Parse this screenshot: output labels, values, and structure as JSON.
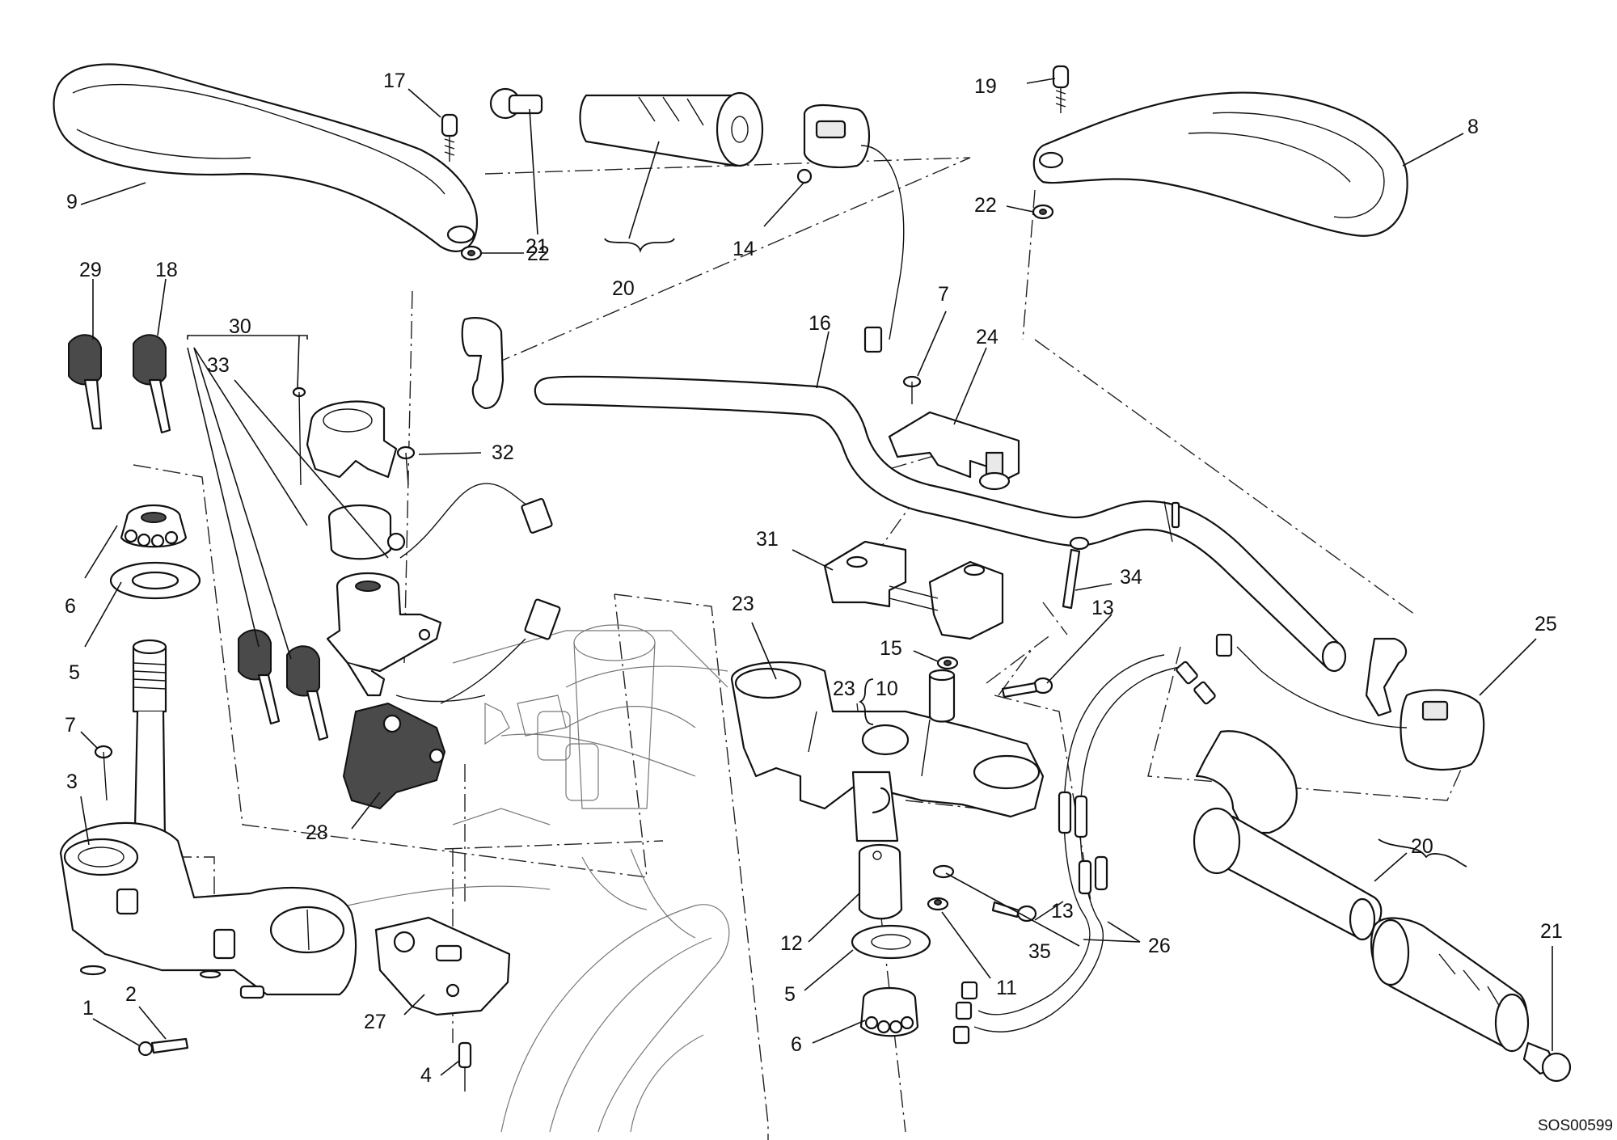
{
  "drawing": {
    "code": "SOS00599"
  },
  "labels": [
    {
      "id": "9",
      "text": "9"
    },
    {
      "id": "17",
      "text": "17"
    },
    {
      "id": "21a",
      "text": "21"
    },
    {
      "id": "20a",
      "text": "20"
    },
    {
      "id": "14",
      "text": "14"
    },
    {
      "id": "19",
      "text": "19"
    },
    {
      "id": "8",
      "text": "8"
    },
    {
      "id": "22a",
      "text": "22"
    },
    {
      "id": "22b",
      "text": "22"
    },
    {
      "id": "29",
      "text": "29"
    },
    {
      "id": "18",
      "text": "18"
    },
    {
      "id": "30",
      "text": "30"
    },
    {
      "id": "33",
      "text": "33"
    },
    {
      "id": "32",
      "text": "32"
    },
    {
      "id": "16",
      "text": "16"
    },
    {
      "id": "7a",
      "text": "7"
    },
    {
      "id": "24",
      "text": "24"
    },
    {
      "id": "6a",
      "text": "6"
    },
    {
      "id": "5a",
      "text": "5"
    },
    {
      "id": "31",
      "text": "31"
    },
    {
      "id": "34",
      "text": "34"
    },
    {
      "id": "23a",
      "text": "23"
    },
    {
      "id": "13a",
      "text": "13"
    },
    {
      "id": "25",
      "text": "25"
    },
    {
      "id": "15",
      "text": "15"
    },
    {
      "id": "23b",
      "text": "23"
    },
    {
      "id": "10",
      "text": "10"
    },
    {
      "id": "7b",
      "text": "7"
    },
    {
      "id": "3",
      "text": "3"
    },
    {
      "id": "28",
      "text": "28"
    },
    {
      "id": "20b",
      "text": "20"
    },
    {
      "id": "13b",
      "text": "13"
    },
    {
      "id": "12",
      "text": "12"
    },
    {
      "id": "35",
      "text": "35"
    },
    {
      "id": "26",
      "text": "26"
    },
    {
      "id": "21b",
      "text": "21"
    },
    {
      "id": "5b",
      "text": "5"
    },
    {
      "id": "11",
      "text": "11"
    },
    {
      "id": "1",
      "text": "1"
    },
    {
      "id": "2",
      "text": "2"
    },
    {
      "id": "27",
      "text": "27"
    },
    {
      "id": "4",
      "text": "4"
    },
    {
      "id": "6b",
      "text": "6"
    }
  ]
}
